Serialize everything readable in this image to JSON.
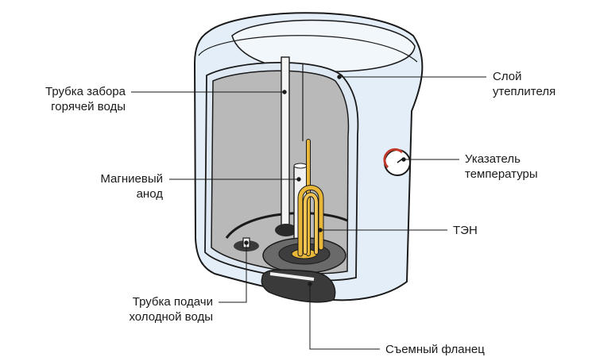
{
  "labels": {
    "hot_pipe": [
      "Трубка забора",
      "горячей воды"
    ],
    "anode": [
      "Магниевый",
      "анод"
    ],
    "cold_pipe": [
      "Трубка подачи",
      "холодной воды"
    ],
    "insulation": [
      "Слой",
      "утеплителя"
    ],
    "thermometer": [
      "Указатель",
      "температуры"
    ],
    "heater": "ТЭН",
    "flange": "Съемный фланец"
  },
  "colors": {
    "outline": "#1a1a1a",
    "shell": "#e4eef8",
    "shell_light": "#f2f7fc",
    "tank_inner": "#b9b9b9",
    "heater": "#e8b73a",
    "heater_dark": "#b58a1c",
    "flange": "#5e5e5e",
    "gauge_red": "#c0392b"
  }
}
